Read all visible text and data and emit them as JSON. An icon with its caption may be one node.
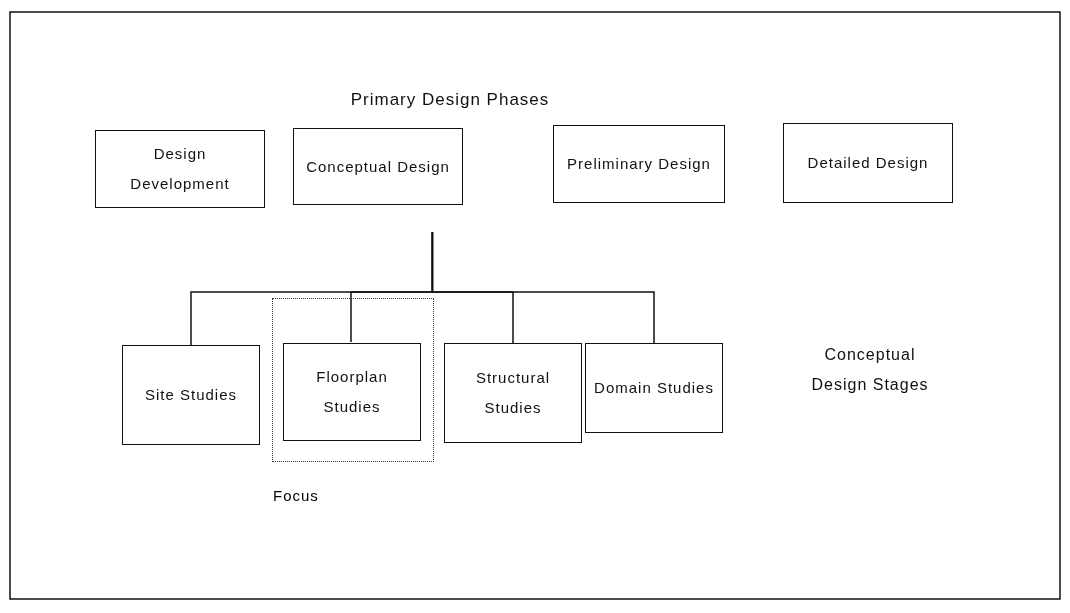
{
  "diagram": {
    "title": "Primary Design Phases",
    "nodes": [
      {
        "text": [
          "Design Development"
        ]
      },
      {
        "text": [
          "Conceptual Design"
        ]
      },
      {
        "text": [
          "Preliminary Design"
        ]
      },
      {
        "text": [
          "Detailed Design"
        ]
      },
      {
        "text": [
          "Site Studies"
        ]
      },
      {
        "text": [
          "Focus"
        ]
      },
      {
        "text": [
          "Floorplan Studies"
        ],
        "in": 5
      },
      {
        "text": [
          "Structural Studies"
        ]
      },
      {
        "text": [
          "Domain Studies"
        ]
      }
    ],
    "edges": [
      {
        "from": 1,
        "to": 4,
        "arrow": "none"
      },
      {
        "from": 1,
        "to": 6,
        "arrow": "none"
      },
      {
        "from": 1,
        "to": 7,
        "arrow": "none"
      },
      {
        "from": 1,
        "to": 8,
        "arrow": "none"
      }
    ],
    "labels": [
      "Conceptual Design Stages"
    ]
  }
}
